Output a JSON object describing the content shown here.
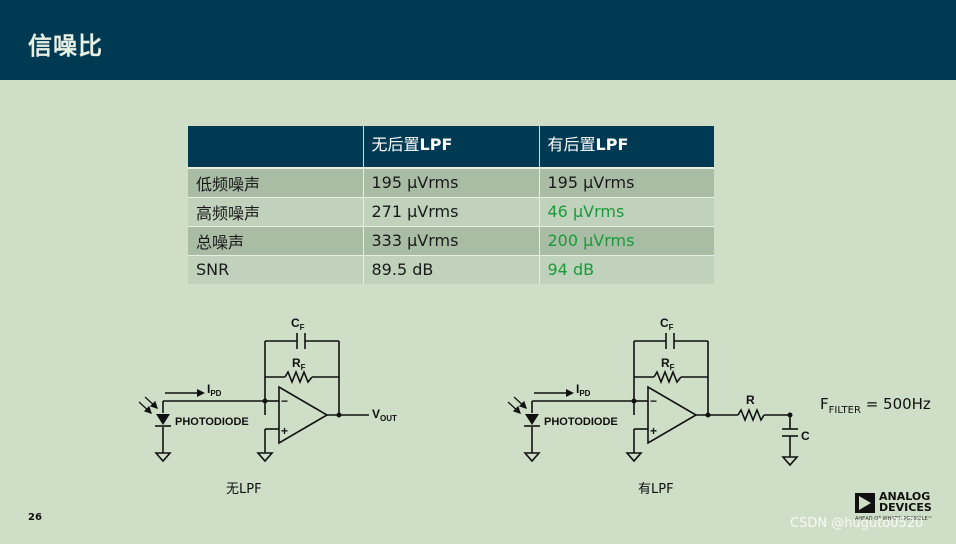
{
  "slide": {
    "title": "信噪比",
    "page_number": "26"
  },
  "table": {
    "headers": [
      "",
      "无后置LPF",
      "有后置LPF"
    ],
    "header_parts": [
      {
        "prefix": "无后置",
        "bold": "LPF"
      },
      {
        "prefix": "有后置",
        "bold": "LPF"
      }
    ],
    "rows": [
      [
        "低频噪声",
        "195 μVrms",
        "195 μVrms"
      ],
      [
        "高频噪声",
        "271 μVrms",
        "46 μVrms"
      ],
      [
        "总噪声",
        "333 μVrms",
        "200 μVrms"
      ],
      [
        "SNR",
        "89.5 dB",
        "94 dB"
      ]
    ],
    "highlight_color": "#1a9a3c"
  },
  "circuit_left": {
    "caption": "无LPF",
    "cap_label": "C",
    "cap_sub": "F",
    "res_label": "R",
    "res_sub": "F",
    "current_label": "I",
    "current_sub": "PD",
    "diode_label": "PHOTODIODE",
    "out_label": "V",
    "out_sub": "OUT",
    "minus": "−",
    "plus": "+"
  },
  "circuit_right": {
    "caption": "有LPF",
    "cap_label": "C",
    "cap_sub": "F",
    "res_label": "R",
    "res_sub": "F",
    "current_label": "I",
    "current_sub": "PD",
    "diode_label": "PHOTODIODE",
    "filter_r": "R",
    "filter_c": "C",
    "minus": "−",
    "plus": "+"
  },
  "filter_formula": {
    "main": "F",
    "sub": "FILTER",
    "rest": " = 500Hz"
  },
  "logo": {
    "line1": "ANALOG",
    "line2": "DEVICES",
    "tagline": "AHEAD OF WHAT'S POSSIBLE™"
  },
  "watermark": "CSDN @huguto0520",
  "colors": {
    "header_bg": "#003a52",
    "slide_bg": "#cfdec6",
    "row_dark": "#a9bca4",
    "row_light": "#c0d2bb"
  }
}
